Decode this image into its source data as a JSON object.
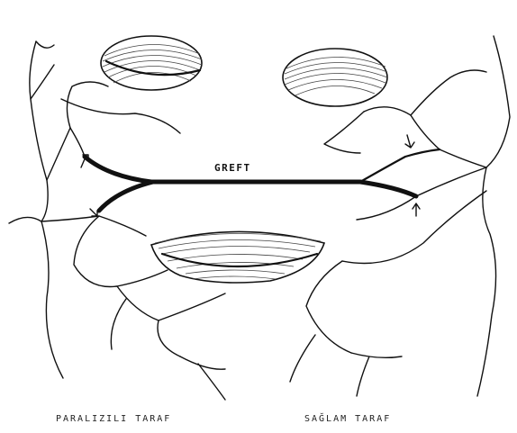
{
  "graft_label": "GREFT",
  "left_side_label": "PARALIZILI TARAF",
  "right_side_label": "SAĞLAM TARAF",
  "colors": {
    "ink": "#111111",
    "background": "#ffffff"
  }
}
